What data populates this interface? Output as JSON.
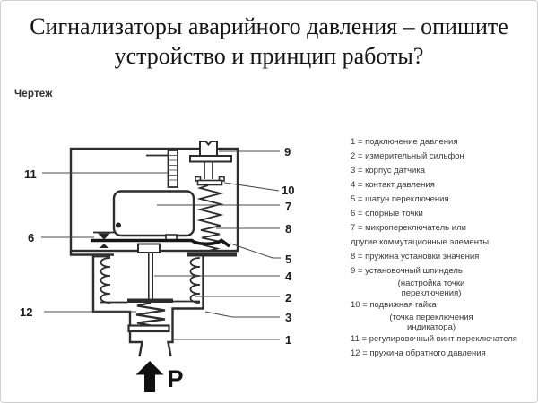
{
  "title": {
    "line1": "Сигнализаторы аварийного давления – опишите",
    "line2": "устройство и принцип работы?"
  },
  "drawing_label": "Чертеж",
  "pressure_label": "P",
  "colors": {
    "ink": "#2d2d2d",
    "leader": "#4a4a4a",
    "legend_text": "#3a3a3a"
  },
  "callouts": {
    "n1": "1",
    "n2": "2",
    "n3": "3",
    "n4": "4",
    "n5": "5",
    "n6": "6",
    "n7": "7",
    "n8": "8",
    "n9": "9",
    "n10": "10",
    "n11": "11",
    "n12": "12"
  },
  "legend": {
    "separator": "=",
    "items": [
      {
        "num": "1",
        "text": "подключение давления"
      },
      {
        "num": "2",
        "text": "измерительный сильфон"
      },
      {
        "num": "3",
        "text": "корпус датчика"
      },
      {
        "num": "4",
        "text": "контакт давления"
      },
      {
        "num": "5",
        "text": "шатун переключения"
      },
      {
        "num": "6",
        "text": "опорные точки"
      },
      {
        "num": "7",
        "text": "микропереключатель или",
        "cont": [
          "другие коммутационные элементы"
        ]
      },
      {
        "num": "8",
        "text": "пружина установки значения"
      },
      {
        "num": "9",
        "text": "установочный шпиндель",
        "sub": [
          "(настройка точки",
          "переключения)"
        ]
      },
      {
        "num": "10",
        "text": "подвижная гайка",
        "sub": [
          "(точка переключения",
          "индикатора)"
        ]
      },
      {
        "num": "11",
        "text": "регулировочный винт переключателя"
      },
      {
        "num": "12",
        "text": "пружина обратного давления"
      }
    ]
  }
}
